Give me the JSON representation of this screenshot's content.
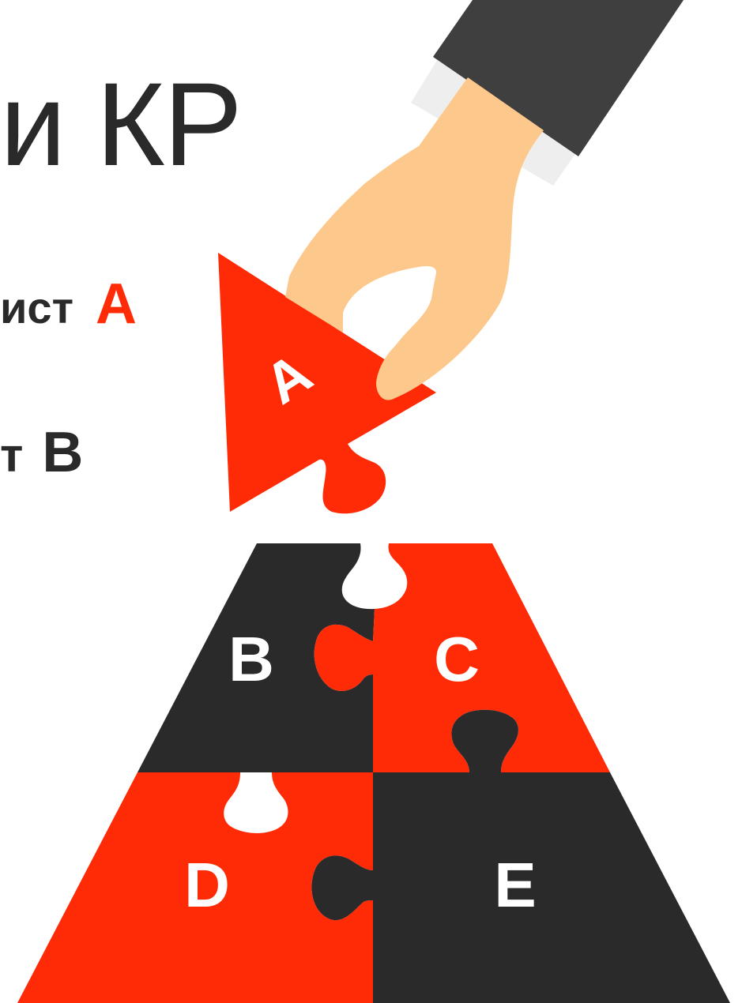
{
  "heading": {
    "title": "и КР",
    "line1_word": "ист",
    "line1_letter": "А",
    "line2_word": "т",
    "line2_letter": "В"
  },
  "pieces": {
    "a": "A",
    "b": "B",
    "c": "C",
    "d": "D",
    "e": "E"
  },
  "colors": {
    "red": "#ff2a06",
    "dark": "#2a2a2a",
    "skin": "#fdc88b",
    "sleeve": "#3f3f3f",
    "cuff": "#eeeeee"
  }
}
